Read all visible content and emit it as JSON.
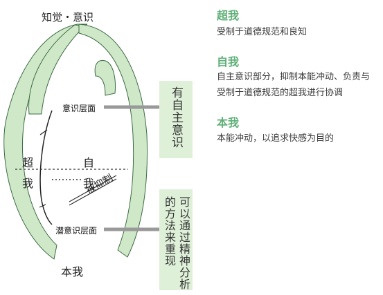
{
  "diagram": {
    "top_label": "知觉・意识",
    "bottom_label": "本我",
    "conscious_level": "意识层面",
    "subconscious_level": "潜意识层面",
    "super_chars": [
      "超",
      "我"
    ],
    "ego_chars": [
      "自",
      "我"
    ],
    "repressed_label": "被抑制",
    "voluntary_box": "有自主意识",
    "psychoanalysis_box_col1": "可以通过精神分析",
    "psychoanalysis_box_col2": "的方法来重现"
  },
  "legend": {
    "superego": {
      "title": "超我",
      "text": "受制于道德规范和良知"
    },
    "ego": {
      "title": "自我",
      "text": "自主意识部分，抑制本能冲动、负责与受制于道德规范的超我进行协调"
    },
    "id": {
      "title": "本我",
      "text": "本能冲动，以追求快感为目的"
    }
  },
  "colors": {
    "shape_fill": "#cfe8c8",
    "shape_stroke": "#3c6b44",
    "accent": "#5fb078",
    "box_fill": "#dff0d9",
    "connector": "#999999"
  }
}
